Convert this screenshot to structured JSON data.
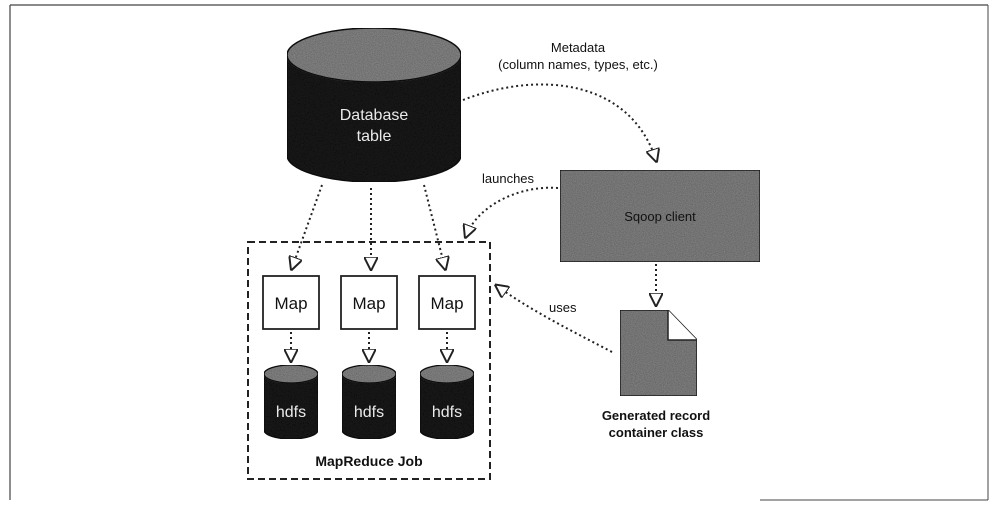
{
  "database": {
    "line1": "Database",
    "line2": "table"
  },
  "metadata": {
    "line1": "Metadata",
    "line2": "(column names, types, etc.)"
  },
  "sqoop_client": {
    "label": "Sqoop client"
  },
  "launches": {
    "label": "launches"
  },
  "uses": {
    "label": "uses"
  },
  "generated": {
    "line1": "Generated record",
    "line2": "container class"
  },
  "job": {
    "title": "MapReduce Job",
    "maps": [
      "Map",
      "Map",
      "Map"
    ],
    "stores": [
      "hdfs",
      "hdfs",
      "hdfs"
    ]
  },
  "colors": {
    "dark": "#1c1c1c",
    "grey": "#8a8a8a",
    "arrow": "#222222",
    "border": "#333333"
  }
}
